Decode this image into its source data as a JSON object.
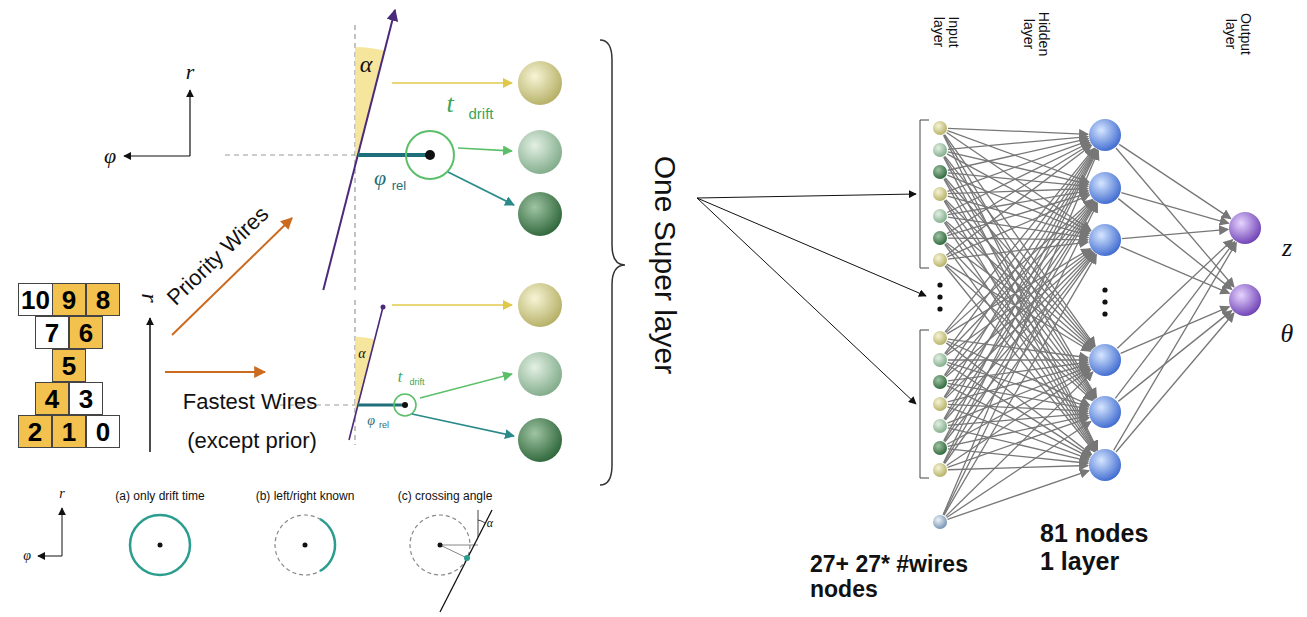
{
  "diagram": {
    "nodes": [
      {
        "text": [
          "10"
        ]
      },
      {
        "text": [
          "9"
        ]
      },
      {
        "text": [
          "8"
        ]
      },
      {
        "text": [
          "7"
        ]
      },
      {
        "text": [
          "6"
        ]
      },
      {
        "text": [
          "5"
        ]
      },
      {
        "text": [
          "4"
        ]
      },
      {
        "text": [
          "3"
        ]
      },
      {
        "text": [
          "2"
        ]
      },
      {
        "text": [
          "1"
        ]
      },
      {
        "text": [
          "0"
        ]
      }
    ],
    "labels": [
      "r",
      "φ",
      "α",
      "t",
      "drift",
      "φ",
      "rel",
      "α",
      "t",
      "drift",
      "φ",
      "rel",
      "r",
      "Priority Wires",
      "Fastest Wires",
      "(except prior)",
      "(a) only drift time",
      "(b) left/right known",
      "(c) crossing angle",
      "α",
      "r",
      "φ",
      "One Super layer",
      "Input layer",
      "Hidden layer",
      "Output layer",
      "27+ 27* #wires nodes",
      "81 nodes 1 layer",
      "z",
      "θ"
    ]
  }
}
